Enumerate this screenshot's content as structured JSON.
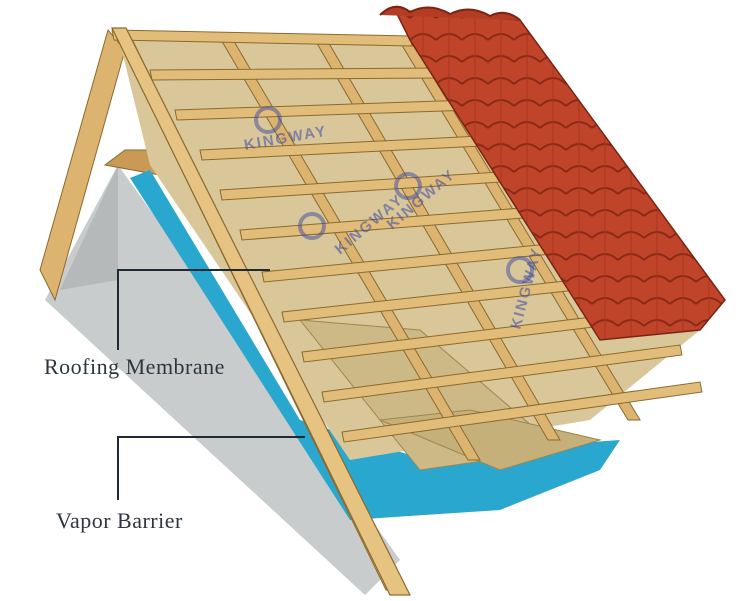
{
  "labels": {
    "roofing_membrane": "Roofing Membrane",
    "vapor_barrier": "Vapor Barrier"
  },
  "watermark": "KINGWAY",
  "colors": {
    "timber": "#dcb470",
    "timber_edge": "#8a6a2e",
    "insulation": "#d9c79a",
    "vapor_barrier": "#2aa7cf",
    "gable": "#c9cccc",
    "tile": "#c0442a",
    "tile_dark": "#8a2a17",
    "leader": "#1d2a36"
  },
  "icons": {
    "brand_logo": "kingway-logo"
  }
}
